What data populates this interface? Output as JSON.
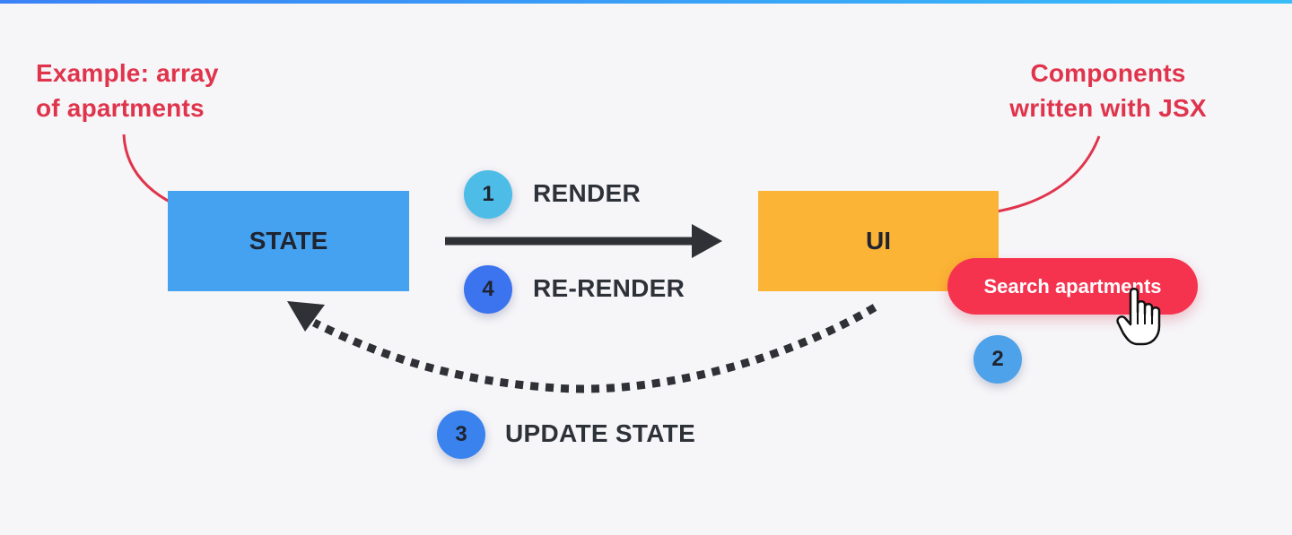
{
  "annotations": {
    "left": {
      "bold": "Example",
      "rest": ": array",
      "line2": "of apartments"
    },
    "right": {
      "line1": "Components",
      "line2": "written with JSX"
    }
  },
  "boxes": {
    "state": {
      "label": "STATE"
    },
    "ui": {
      "label": "UI"
    }
  },
  "steps": [
    {
      "number": "1",
      "label": "RENDER"
    },
    {
      "number": "2",
      "label": ""
    },
    {
      "number": "3",
      "label": "UPDATE STATE"
    },
    {
      "number": "4",
      "label": "RE-RENDER"
    }
  ],
  "button": {
    "label": "Search apartments"
  },
  "colors": {
    "accent_red": "#e0344c",
    "state_box": "#44a2f0",
    "ui_box": "#fbb435",
    "button": "#f5334f",
    "arrow": "#2f3136"
  },
  "icons": [
    "hand-pointer-icon",
    "arrow-right-icon",
    "dotted-curved-arrow-icon",
    "curved-annotation-arrow-icon"
  ]
}
